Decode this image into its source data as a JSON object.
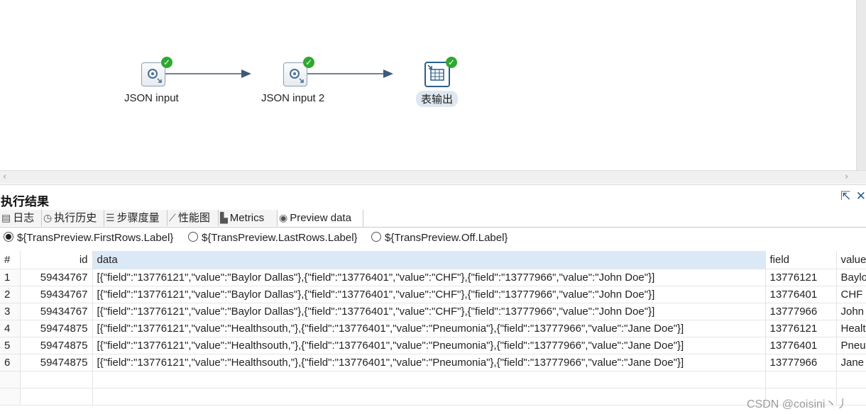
{
  "canvas": {
    "steps": [
      {
        "label": "JSON input"
      },
      {
        "label": "JSON input 2"
      },
      {
        "label": "表输出"
      }
    ]
  },
  "results": {
    "title": "执行结果",
    "tabs": [
      {
        "label": "日志",
        "icon": "log-icon"
      },
      {
        "label": "执行历史",
        "icon": "history-icon"
      },
      {
        "label": "步骤度量",
        "icon": "step-metrics-icon"
      },
      {
        "label": "性能图",
        "icon": "performance-chart-icon"
      },
      {
        "label": "Metrics",
        "icon": "metrics-icon"
      },
      {
        "label": "Preview data",
        "icon": "eye-icon"
      }
    ],
    "radios": [
      {
        "label": "${TransPreview.FirstRows.Label}",
        "selected": true
      },
      {
        "label": "${TransPreview.LastRows.Label}",
        "selected": false
      },
      {
        "label": "${TransPreview.Off.Label}",
        "selected": false
      }
    ]
  },
  "table": {
    "columns": [
      "#",
      "id",
      "data",
      "field",
      "value"
    ],
    "rows": [
      [
        "1",
        "59434767",
        "[{\"field\":\"13776121\",\"value\":\"Baylor Dallas\"},{\"field\":\"13776401\",\"value\":\"CHF\"},{\"field\":\"13777966\",\"value\":\"John Doe\"}]",
        "13776121",
        "Baylor Dallas"
      ],
      [
        "2",
        "59434767",
        "[{\"field\":\"13776121\",\"value\":\"Baylor Dallas\"},{\"field\":\"13776401\",\"value\":\"CHF\"},{\"field\":\"13777966\",\"value\":\"John Doe\"}]",
        "13776401",
        "CHF"
      ],
      [
        "3",
        "59434767",
        "[{\"field\":\"13776121\",\"value\":\"Baylor Dallas\"},{\"field\":\"13776401\",\"value\":\"CHF\"},{\"field\":\"13777966\",\"value\":\"John Doe\"}]",
        "13777966",
        "John Doe"
      ],
      [
        "4",
        "59474875",
        "[{\"field\":\"13776121\",\"value\":\"Healthsouth,\"},{\"field\":\"13776401\",\"value\":\"Pneumonia\"},{\"field\":\"13777966\",\"value\":\"Jane Doe\"}]",
        "13776121",
        "Healthsouth,"
      ],
      [
        "5",
        "59474875",
        "[{\"field\":\"13776121\",\"value\":\"Healthsouth,\"},{\"field\":\"13776401\",\"value\":\"Pneumonia\"},{\"field\":\"13777966\",\"value\":\"Jane Doe\"}]",
        "13776401",
        "Pneumonia"
      ],
      [
        "6",
        "59474875",
        "[{\"field\":\"13776121\",\"value\":\"Healthsouth,\"},{\"field\":\"13776401\",\"value\":\"Pneumonia\"},{\"field\":\"13777966\",\"value\":\"Jane Doe\"}]",
        "13777966",
        "Jane Doe"
      ]
    ]
  },
  "watermark": "CSDN @coisini丶丿",
  "colors": {
    "accent": "#2b5f8e",
    "success": "#2fa830",
    "header_highlight": "#dbe9f6"
  }
}
